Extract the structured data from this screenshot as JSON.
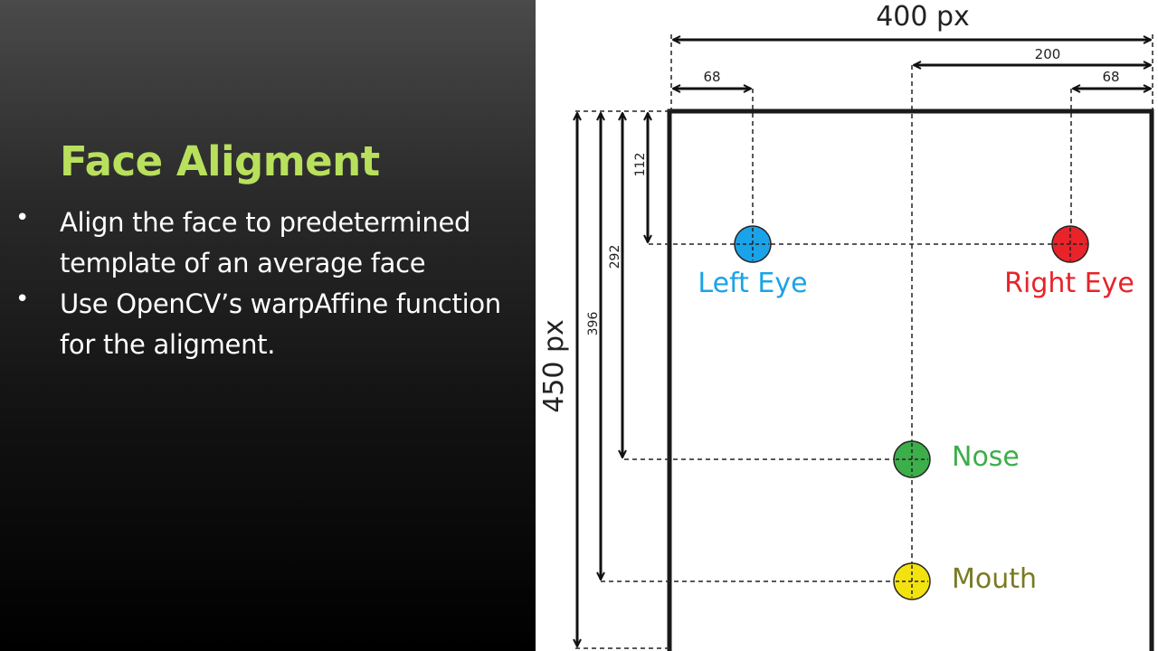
{
  "slide": {
    "title": "Face Aligment",
    "bullets": [
      "Align the face to predetermined template of an average face",
      "Use OpenCV’s warpAffine function for the aligment."
    ],
    "bullet_glyph": "•"
  },
  "diagram": {
    "width_label": "400 px",
    "height_label": "450 px",
    "dims": {
      "center": "200",
      "left_eye_x": "68",
      "right_eye_x": "68",
      "eye_y": "112",
      "nose_y": "292",
      "mouth_y": "396"
    },
    "landmarks": {
      "left_eye": {
        "label": "Left Eye",
        "color": "#1aa3e8"
      },
      "right_eye": {
        "label": "Right Eye",
        "color": "#e8232a"
      },
      "nose": {
        "label": "Nose",
        "color": "#3cae4a"
      },
      "mouth": {
        "label": "Mouth",
        "color": "#f2e20f"
      }
    },
    "colors": {
      "title_green": "#b8e05c",
      "mouth_label": "#7a7a22"
    }
  }
}
